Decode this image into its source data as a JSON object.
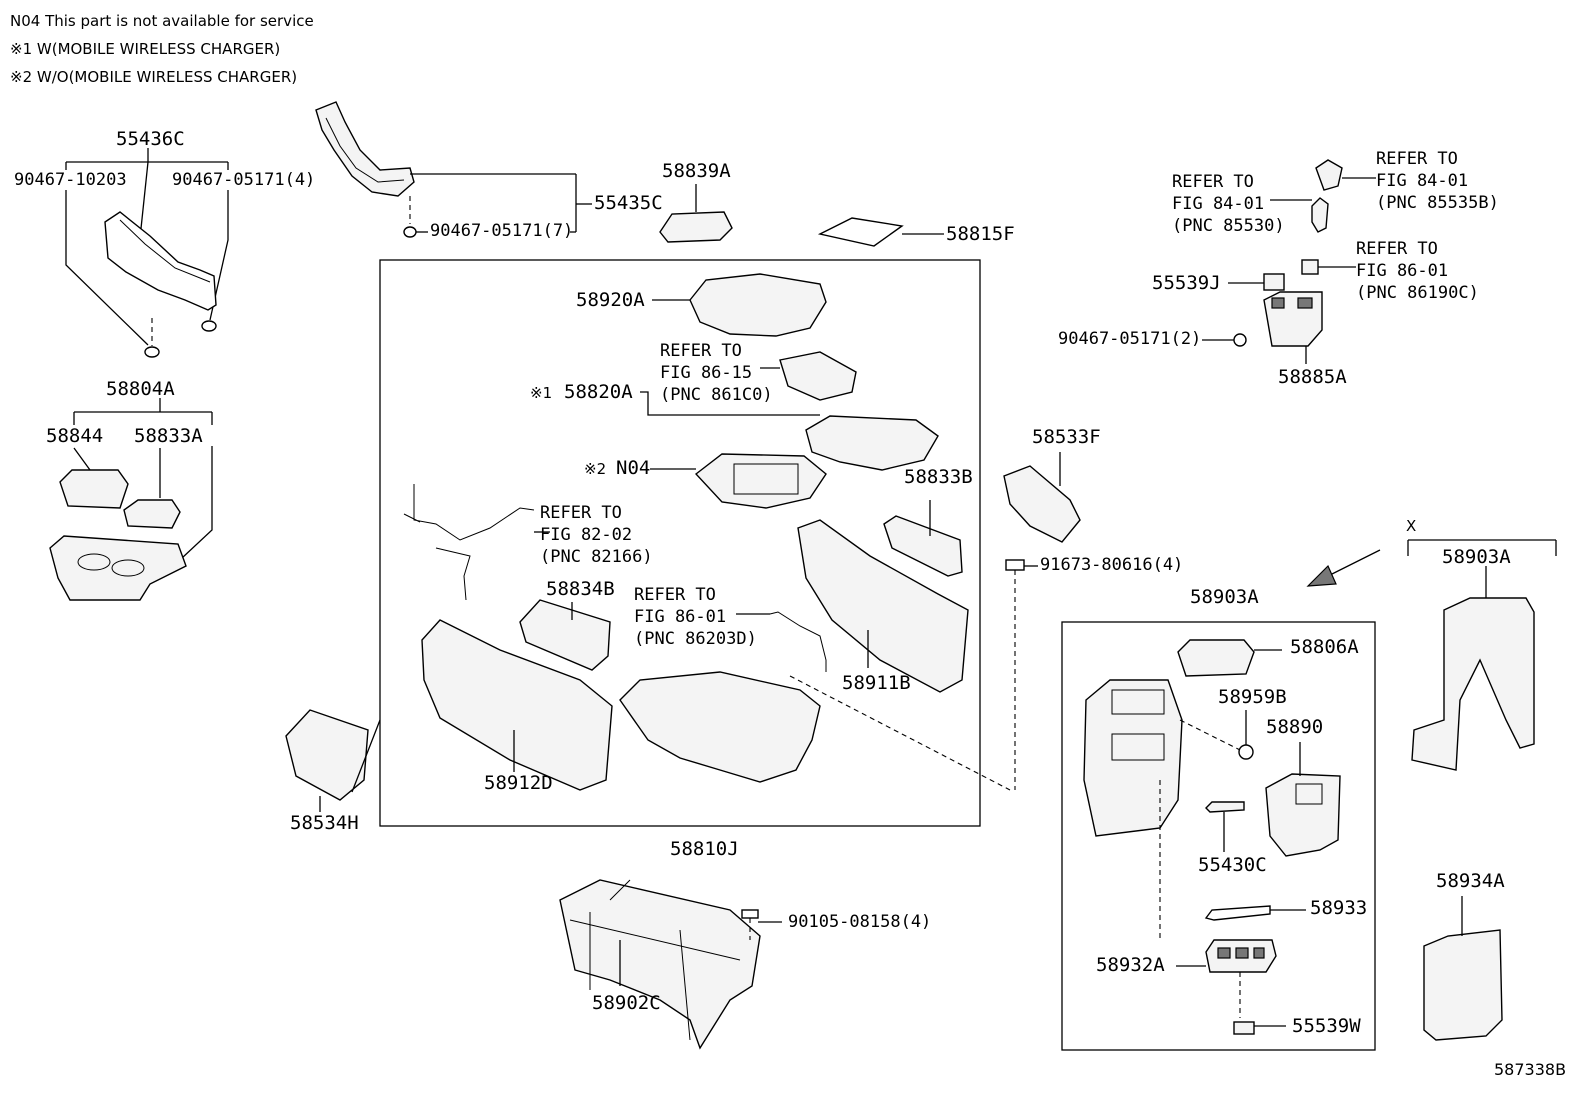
{
  "notes": {
    "n04": "N04 This part is not available for service",
    "w": "※1 W(MOBILE WIRELESS CHARGER)",
    "wo": "※2 W/O(MOBILE WIRELESS CHARGER)"
  },
  "parts": {
    "p55436C": "55436C",
    "p90467_10203": "90467-10203",
    "p90467_05171_4": "90467-05171(4)",
    "p55435C": "55435C",
    "p90467_05171_7": "90467-05171(7)",
    "p58839A": "58839A",
    "p58815F": "58815F",
    "p58804A": "58804A",
    "p58844": "58844",
    "p58833A": "58833A",
    "p58920A": "58920A",
    "p58820A": "58820A",
    "p58820A_mark": "※1",
    "pN04": "N04",
    "pN04_mark": "※2",
    "p58833B": "58833B",
    "p58834B": "58834B",
    "p58911B": "58911B",
    "p58912D": "58912D",
    "p58534H": "58534H",
    "p58810J": "58810J",
    "p58533F": "58533F",
    "p91673_80616_4": "91673-80616(4)",
    "p55539J": "55539J",
    "p90467_05171_2": "90467-05171(2)",
    "p58885A": "58885A",
    "p58903A_box": "58903A",
    "p58806A": "58806A",
    "p58959B": "58959B",
    "p58890": "58890",
    "p55430C": "55430C",
    "p58933": "58933",
    "p58932A": "58932A",
    "p55539W": "55539W",
    "p58903A_side": "58903A",
    "p58934A": "58934A",
    "p58902C": "58902C",
    "p90105_08158_4": "90105-08158(4)",
    "x_mark": "X"
  },
  "refs": {
    "fig86_15": [
      "REFER TO",
      "FIG 86-15",
      "(PNC 861C0)"
    ],
    "fig82_02": [
      "REFER TO",
      "FIG 82-02",
      "(PNC 82166)"
    ],
    "fig86_01a": [
      "REFER TO",
      "FIG 86-01",
      "(PNC 86203D)"
    ],
    "fig84_01a": [
      "REFER TO",
      "FIG 84-01",
      "(PNC 85530)"
    ],
    "fig84_01b": [
      "REFER TO",
      "FIG 84-01",
      "(PNC 85535B)"
    ],
    "fig86_01b": [
      "REFER TO",
      "FIG 86-01",
      "(PNC 86190C)"
    ]
  },
  "figure_code": "587338B"
}
